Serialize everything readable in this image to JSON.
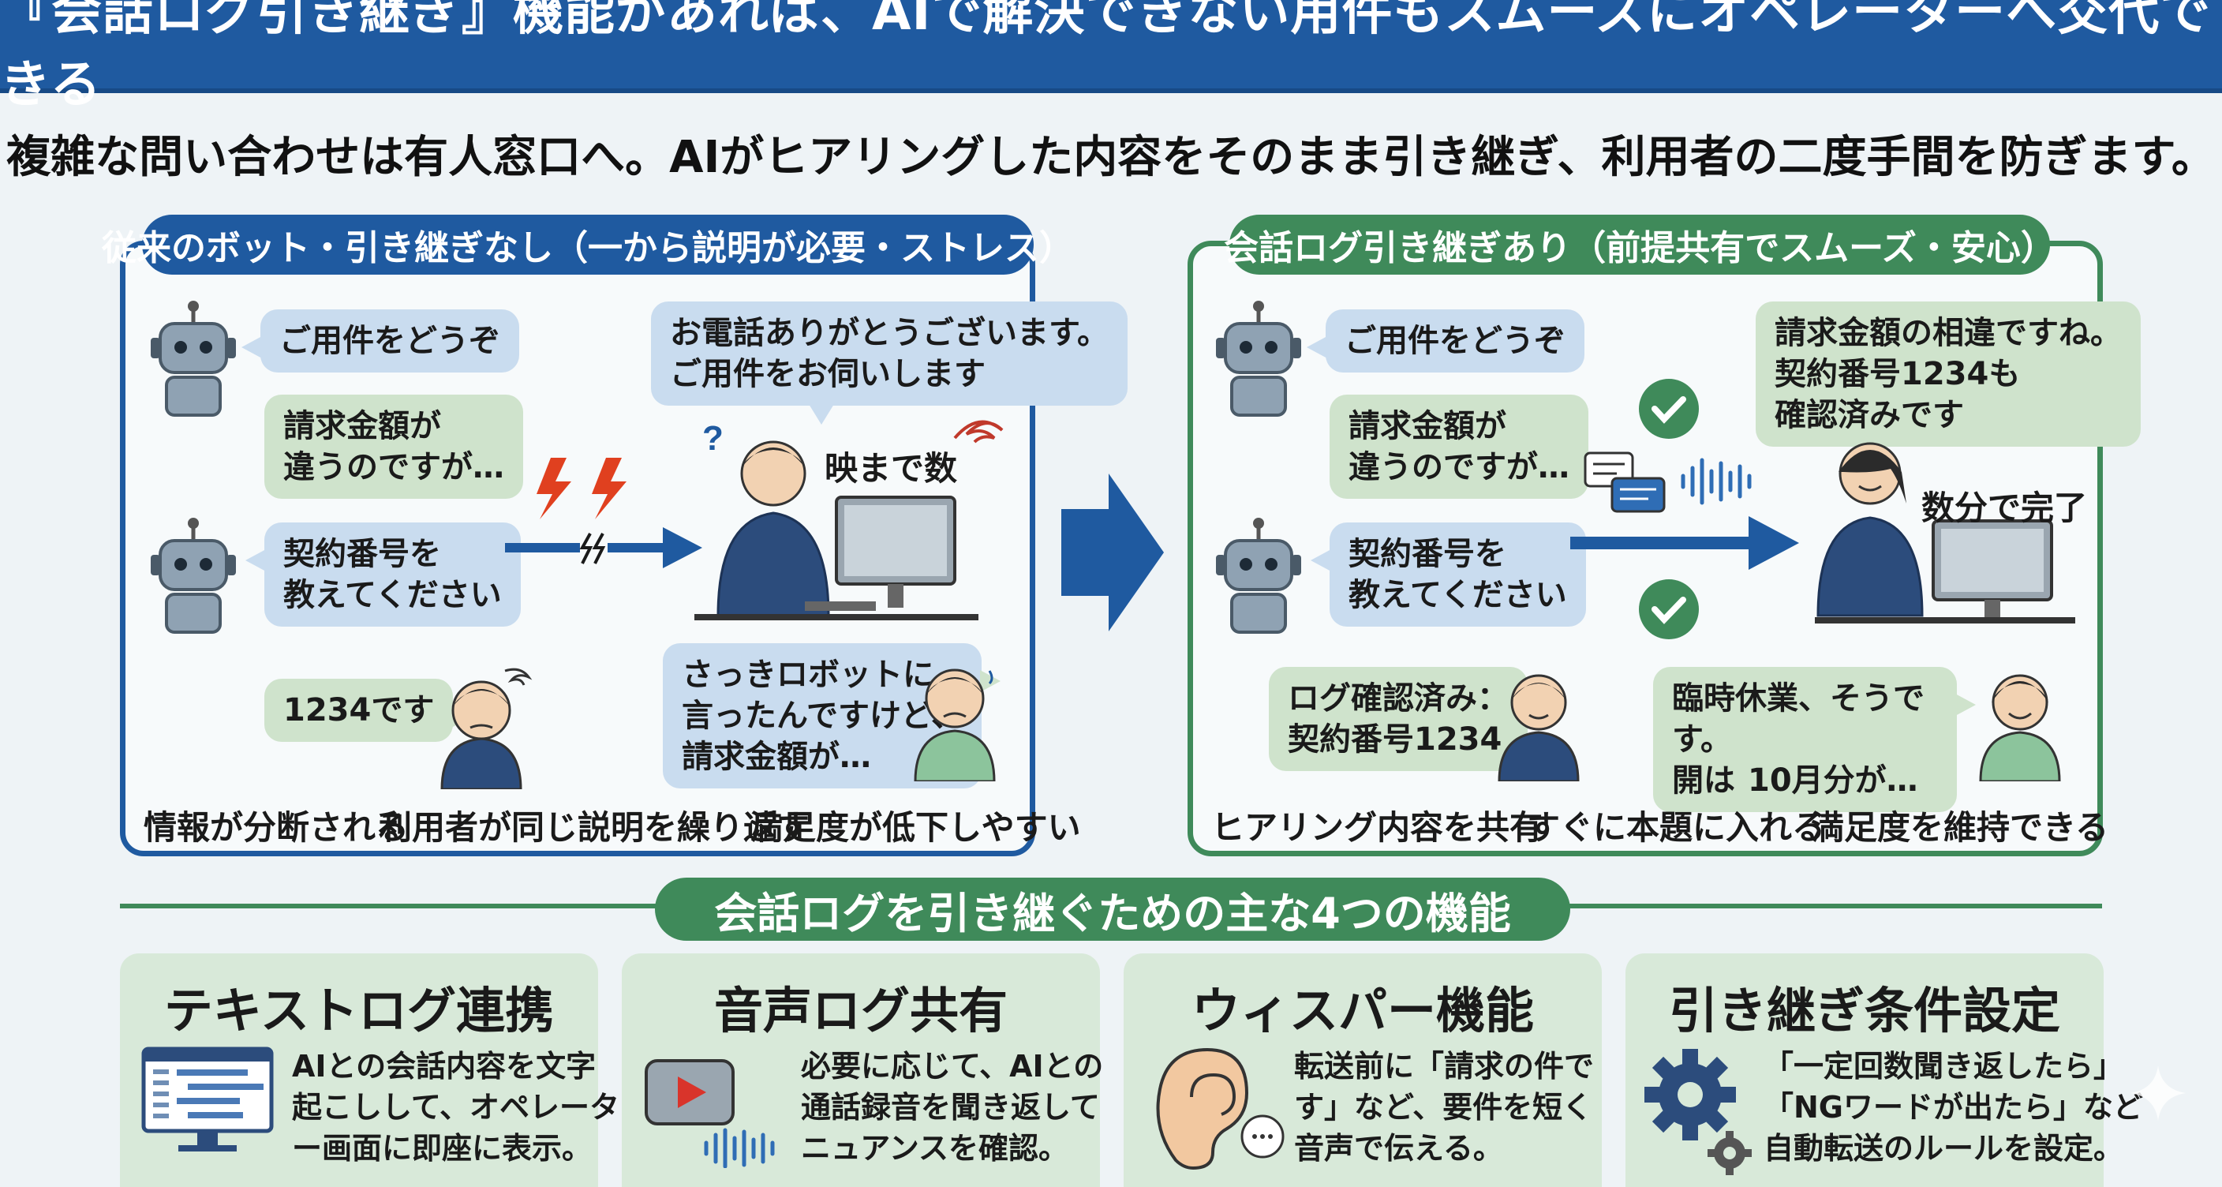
{
  "title": "『会話ログ引き継ぎ』機能があれば、AIで解決できない用件もスムーズにオペレーターへ交代できる",
  "subtitle": "複雑な問い合わせは有人窓口へ。AIがヒアリングした内容をそのまま引き継ぎ、利用者の二度手間を防ぎます。",
  "left_panel": {
    "label": "従来のボット・引き継ぎなし（一から説明が必要・ストレス）",
    "bot_bubble_1": "ご用件をどうぞ",
    "user_bubble_1": [
      "請求金額が",
      "違うのですが…"
    ],
    "bot_bubble_2": [
      "契約番号を",
      "教えてください"
    ],
    "user_bubble_2": "1234です",
    "operator_bubble": [
      "お電話ありがとうございます。",
      "ご用件をお伺いします"
    ],
    "operator_note": "映まで数",
    "customer_bubble": [
      "さっきロボットに",
      "言ったんですけど、",
      "請求金額が…"
    ],
    "footer": [
      "情報が分断される",
      "利用者が同じ説明を繰り返す",
      "満足度が低下しやすい"
    ]
  },
  "right_panel": {
    "label": "会話ログ引き継ぎあり（前提共有でスムーズ・安心）",
    "bot_bubble_1": "ご用件をどうぞ",
    "user_bubble_1": [
      "請求金額が",
      "違うのですが…"
    ],
    "bot_bubble_2": [
      "契約番号を",
      "教えてください"
    ],
    "log_bubble": [
      "ログ確認済み：",
      "契約番号1234"
    ],
    "operator_bubble": [
      "請求金額の相違ですね。",
      "契約番号1234も",
      "確認済みです"
    ],
    "operator_note": "数分で完了",
    "customer_bubble": [
      "臨時休業、そうです。",
      "開は",
      "10月分が…"
    ],
    "footer": [
      "ヒアリング内容を共有",
      "すぐに本題に入れる",
      "満足度を維持できる"
    ]
  },
  "section_title": "会話ログを引き継ぐための主な4つの機能",
  "features": [
    {
      "title": "テキストログ連携",
      "icon": "monitor-log-icon",
      "lines": [
        "AIとの会話内容を文字",
        "起こしして、オペレータ",
        "ー画面に即座に表示。"
      ]
    },
    {
      "title": "音声ログ共有",
      "icon": "audio-play-icon",
      "lines": [
        "必要に応じて、AIとの",
        "通話録音を聞き返して",
        "ニュアンスを確認。"
      ]
    },
    {
      "title": "ウィスパー機能",
      "icon": "ear-icon",
      "lines": [
        "転送前に「請求の件で",
        "す」など、要件を短く",
        "音声で伝える。"
      ]
    },
    {
      "title": "引き継ぎ条件設定",
      "icon": "gear-icon",
      "lines": [
        "「一定回数聞き返したら」",
        "「NGワードが出たら」など",
        "自動転送のルールを設定。"
      ]
    }
  ],
  "colors": {
    "blue": "#1f5aa0",
    "green": "#3f8a5a",
    "bubble_blue": "#c9dcef",
    "bubble_green": "#cfe3cc",
    "card": "#d8e9d9",
    "alert_red": "#e0401f"
  }
}
